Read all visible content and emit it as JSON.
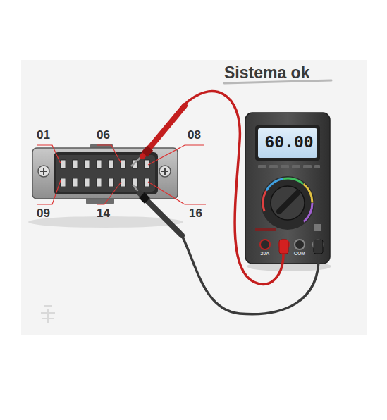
{
  "diagram": {
    "title": "Sistema ok",
    "labels": [
      "01",
      "06",
      "08",
      "09",
      "14",
      "16",
      "60.00",
      "20A",
      "COM"
    ]
  }
}
